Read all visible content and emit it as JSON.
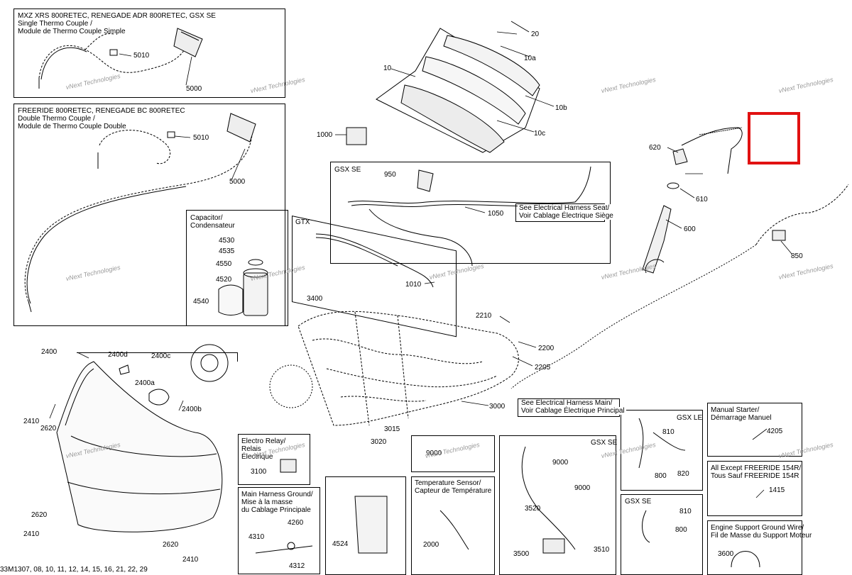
{
  "boxes": {
    "single": [
      "MXZ XRS 800RETEC, RENEGADE ADR 800RETEC, GSX SE",
      "Single Thermo Couple /",
      "Module de Thermo Couple Simple"
    ],
    "double": [
      "FREERIDE 800RETEC, RENEGADE BC 800RETEC",
      "Double Thermo Couple /",
      "Module de Thermo Couple Double"
    ],
    "capacitor": [
      "Capacitor/",
      "Condensateur"
    ],
    "gsxse_top": "GSX SE",
    "gtx": "GTX",
    "electro_relay": [
      "Electro Relay/",
      "Relais",
      "Électrique"
    ],
    "main_ground": [
      "Main Harness Ground/",
      "Mise à la masse",
      "du Cablage Principale"
    ],
    "temp_sensor": [
      "Temperature Sensor/",
      "Capteur de Température"
    ],
    "gsxse_bottom": "GSX SE",
    "gsxle": "GSX LE",
    "gsxse_small": "GSX SE",
    "manual_starter": [
      "Manual Starter/",
      "Démarrage Manuel"
    ],
    "all_except": [
      "All Except FREERIDE 154R/",
      "Tous Sauf FREERIDE 154R"
    ],
    "engine_support": [
      "Engine Support Ground Wire/",
      "Fil de Masse du Support Moteur"
    ]
  },
  "refs": {
    "seat": [
      "See Electrical Harness Seat/",
      "Voir Cablage Électrique Siège"
    ],
    "main": [
      "See Electrical Harness Main/",
      "Voir Cablage Électrique Principal"
    ]
  },
  "parts": {
    "p5010a": "5010",
    "p5000a": "5000",
    "p5010b": "5010",
    "p5000b": "5000",
    "p20": "20",
    "p10a": "10a",
    "p10": "10",
    "p10b": "10b",
    "p10c": "10c",
    "p1000": "1000",
    "p620": "620",
    "p610": "610",
    "p600": "600",
    "p850": "850",
    "p950": "950",
    "p1050": "1050",
    "p1010": "1010",
    "p4530": "4530",
    "p4535": "4535",
    "p4550": "4550",
    "p4520": "4520",
    "p4540": "4540",
    "p3400": "3400",
    "p2210": "2210",
    "p2200": "2200",
    "p2205": "2205",
    "p2400": "2400",
    "p2400d": "2400d",
    "p2400c": "2400c",
    "p2400a": "2400a",
    "p2400b": "2400b",
    "p2410a": "2410",
    "p2620a": "2620",
    "p3000": "3000",
    "p3015": "3015",
    "p3020": "3020",
    "p3100": "3100",
    "p9000a": "9000",
    "p9000b": "9000",
    "p9000c": "9000",
    "p810a": "810",
    "p820": "820",
    "p800a": "800",
    "p4205": "4205",
    "p1415": "1415",
    "p810b": "810",
    "p800b": "800",
    "p3600": "3600",
    "p4310": "4310",
    "p4260": "4260",
    "p4312": "4312",
    "p4524": "4524",
    "p2000": "2000",
    "p3520": "3520",
    "p3510": "3510",
    "p3500": "3500",
    "p2620b": "2620",
    "p2410b": "2410",
    "p2620c": "2620",
    "p2410c": "2410"
  },
  "watermark": "vNext Technologies",
  "footer": "33M1307, 08, 10, 11, 12, 14, 15, 16, 21, 22, 29",
  "highlight_color": "#e11111"
}
